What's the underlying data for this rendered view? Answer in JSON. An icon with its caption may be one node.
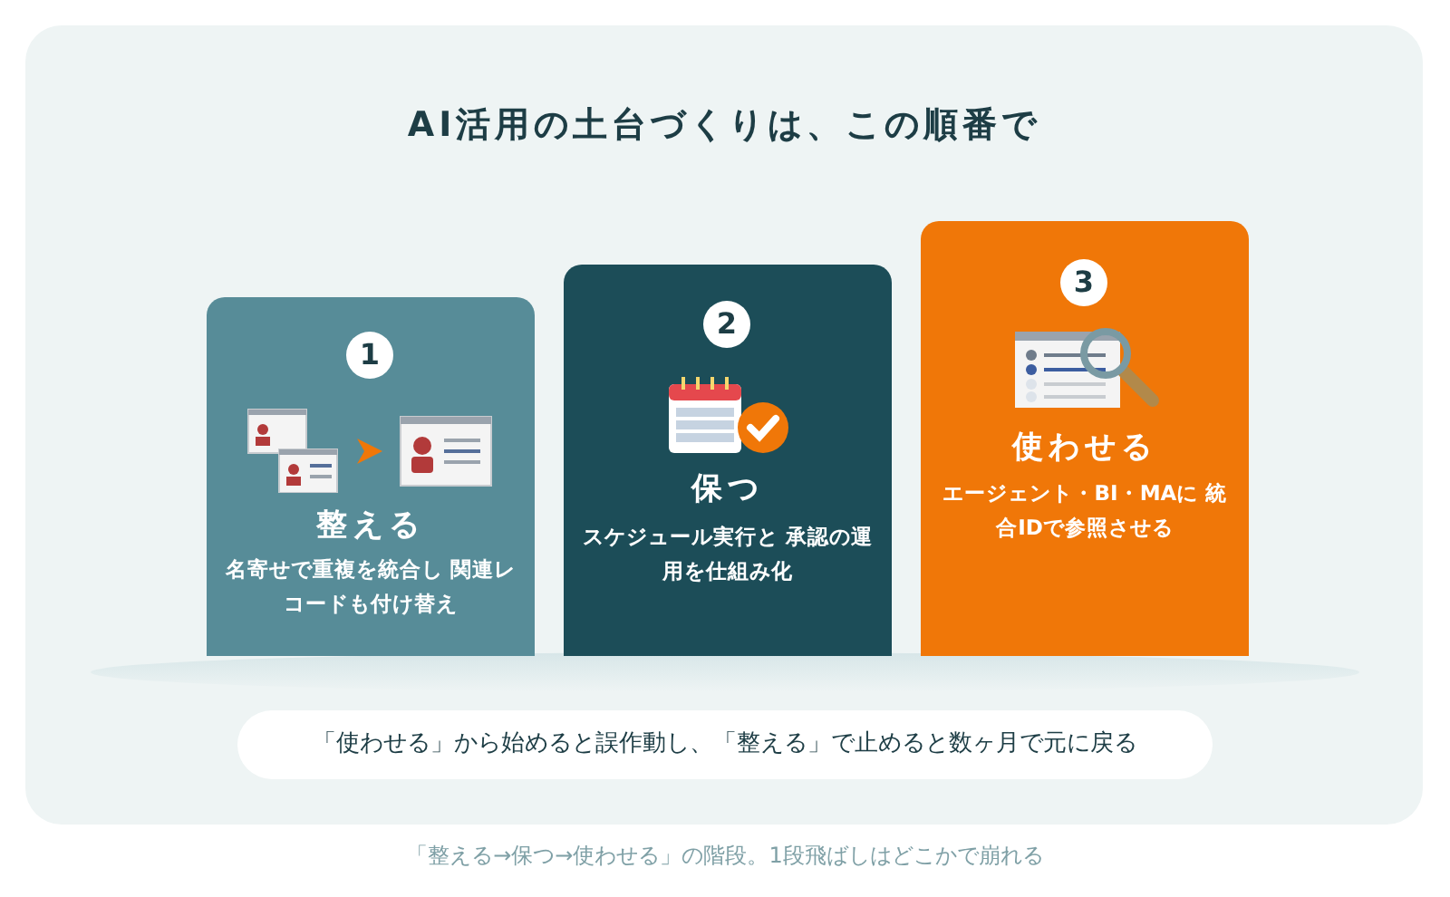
{
  "diagram": {
    "title": "AI活用の土台づくりは、この順番で",
    "caption": "「整える→保つ→使わせる」の階段。1段飛ばしはどこかで崩れる",
    "nodes": [
      {
        "text": [
          "整える",
          "名寄せで重複を統合し 関連レコードも付け替え"
        ]
      },
      {
        "text": [
          "1"
        ],
        "in": 0
      },
      {
        "text": [
          "保つ",
          "スケジュール実行と 承認の運用を仕組み化"
        ]
      },
      {
        "text": [
          "2"
        ],
        "in": 2
      },
      {
        "text": [
          "使わせる",
          "エージェント・BI・MAに 統合IDで参照させる"
        ]
      },
      {
        "text": [
          "3"
        ],
        "in": 4
      },
      {
        "text": [
          "「使わせる」から始めると誤作動し、「整える」で止めると数ヶ月で元に戻る"
        ]
      }
    ],
    "edges": []
  }
}
